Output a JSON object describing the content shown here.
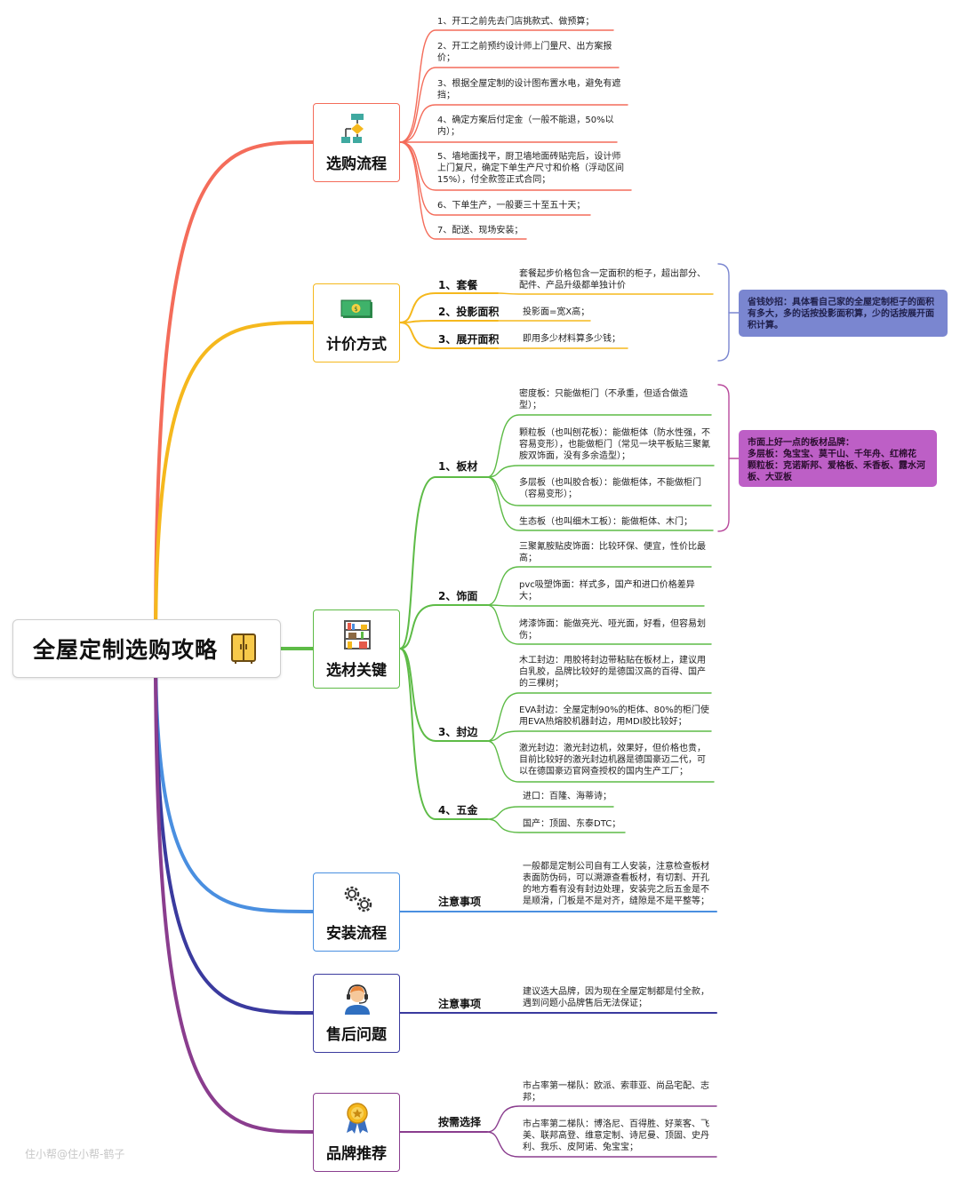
{
  "root": {
    "title": "全屋定制选购攻略",
    "icon": "cabinet-icon"
  },
  "colors": {
    "red": "#f46c5a",
    "yellow": "#f5b81d",
    "green": "#5dbb46",
    "blue": "#4a8fe0",
    "navy": "#3a3a9e",
    "purple": "#8a3d8e",
    "magenta": "#b84a9c",
    "note_blue_bg": "#7a86d0",
    "note_purple_bg": "#bd5fc6"
  },
  "branches": [
    {
      "id": "purchase",
      "title": "选购流程",
      "icon": "flowchart-icon",
      "leaves": [
        "1、开工之前先去门店挑款式、做预算；",
        "2、开工之前预约设计师上门量尺、出方案报价；",
        "3、根据全屋定制的设计图布置水电，避免有遮挡；",
        "4、确定方案后付定金（一般不能退，50%以内）；",
        "5、墙地面找平，厨卫墙地面砖贴完后，设计师上门复尺，确定下单生产尺寸和价格（浮动区间15%），付全款签正式合同；",
        "6、下单生产，一般要三十至五十天；",
        "7、配送、现场安装；"
      ]
    },
    {
      "id": "pricing",
      "title": "计价方式",
      "icon": "money-icon",
      "subs": [
        {
          "label": "1、套餐",
          "leaves": [
            "套餐起步价格包含一定面积的柜子，超出部分、配件、产品升级都单独计价"
          ]
        },
        {
          "label": "2、投影面积",
          "leaves": [
            "投影面=宽X高；"
          ]
        },
        {
          "label": "3、展开面积",
          "leaves": [
            "即用多少材料算多少钱；"
          ]
        }
      ],
      "note": {
        "lines": [
          "省钱妙招：具体看自己家的全屋定制柜子的面积有多大，多的话按投影面积算，少的话按展开面积计算。"
        ]
      }
    },
    {
      "id": "materials",
      "title": "选材关键",
      "icon": "shelf-icon",
      "subs": [
        {
          "label": "1、板材",
          "leaves": [
            "密度板：只能做柜门（不承重，但适合做造型）；",
            "颗粒板（也叫刨花板）：能做柜体（防水性强，不容易变形），也能做柜门（常见一块平板贴三聚氰胺双饰面，没有多余造型）；",
            "多层板（也叫胶合板）：能做柜体，不能做柜门（容易变形）；",
            "生态板（也叫细木工板）：能做柜体、木门；"
          ]
        },
        {
          "label": "2、饰面",
          "leaves": [
            "三聚氰胺贴皮饰面：比较环保、便宜，性价比最高；",
            "pvc吸塑饰面：样式多，国产和进口价格差异大；",
            "烤漆饰面：能做亮光、哑光面，好看，但容易划伤；"
          ]
        },
        {
          "label": "3、封边",
          "leaves": [
            "木工封边：用胶将封边带粘贴在板材上，建议用白乳胶，品牌比较好的是德国汉高的百得、国产的三棵树；",
            "EVA封边：全屋定制90%的柜体、80%的柜门使用EVA热熔胶机器封边，用MDI胶比较好；",
            "激光封边：激光封边机，效果好，但价格也贵，目前比较好的激光封边机器是德国豪迈二代，可以在德国豪迈官网查授权的国内生产工厂；"
          ]
        },
        {
          "label": "4、五金",
          "leaves": [
            "进口：百隆、海蒂诗；",
            "国产：顶固、东泰DTC；"
          ]
        }
      ],
      "note": {
        "lines": [
          "市面上好一点的板材品牌：",
          "多层板：兔宝宝、莫干山、千年舟、红棉花",
          "颗粒板：克诺斯邦、爱格板、禾香板、露水河板、大亚板"
        ]
      }
    },
    {
      "id": "install",
      "title": "安装流程",
      "icon": "gears-icon",
      "subs": [
        {
          "label": "注意事项",
          "leaves": [
            "一般都是定制公司自有工人安装，注意检查板材表面防伪码，可以溯源查看板材，有切割、开孔的地方看有没有封边处理，安装完之后五金是不是顺滑，门板是不是对齐，缝隙是不是平整等；"
          ]
        }
      ]
    },
    {
      "id": "aftersale",
      "title": "售后问题",
      "icon": "customer-service-icon",
      "subs": [
        {
          "label": "注意事项",
          "leaves": [
            "建议选大品牌，因为现在全屋定制都是付全款，遇到问题小品牌售后无法保证；"
          ]
        }
      ]
    },
    {
      "id": "brands",
      "title": "品牌推荐",
      "icon": "medal-icon",
      "subs": [
        {
          "label": "按需选择",
          "leaves": [
            "市占率第一梯队：欧派、索菲亚、尚品宅配、志邦；",
            "市占率第二梯队：博洛尼、百得胜、好莱客、飞美、联邦高登、维意定制、诗尼曼、顶固、史丹利、我乐、皮阿诺、兔宝宝；"
          ]
        }
      ]
    }
  ],
  "watermark": "住小帮@住小帮-鹤子"
}
